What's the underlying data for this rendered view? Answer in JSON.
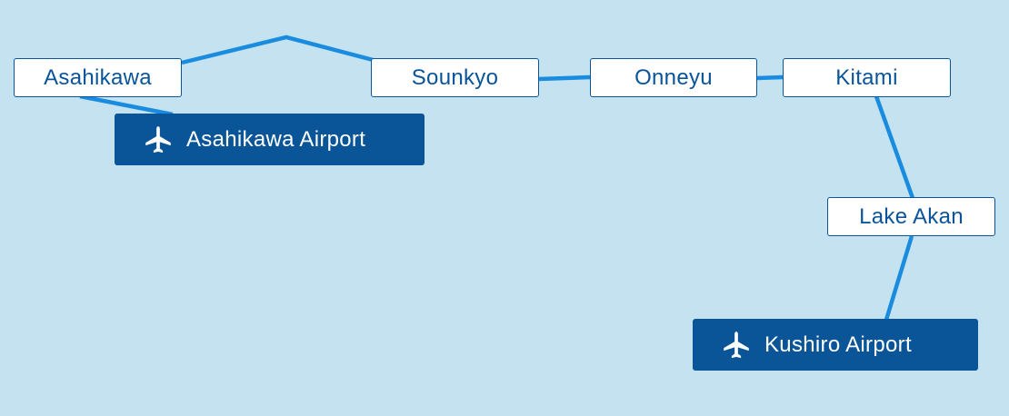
{
  "map": {
    "background_color": "#c5e2f0",
    "route_color": "#1a8ce0",
    "label_color": "#0a549a",
    "airport_color": "#0a5597"
  },
  "stops": {
    "asahikawa": "Asahikawa",
    "sounkyo": "Sounkyo",
    "onneyu": "Onneyu",
    "kitami": "Kitami",
    "lake_akan": "Lake Akan"
  },
  "airports": {
    "asahikawa": {
      "label": "Asahikawa Airport",
      "icon": "airplane-icon"
    },
    "kushiro": {
      "label": "Kushiro Airport",
      "icon": "airplane-icon"
    }
  }
}
